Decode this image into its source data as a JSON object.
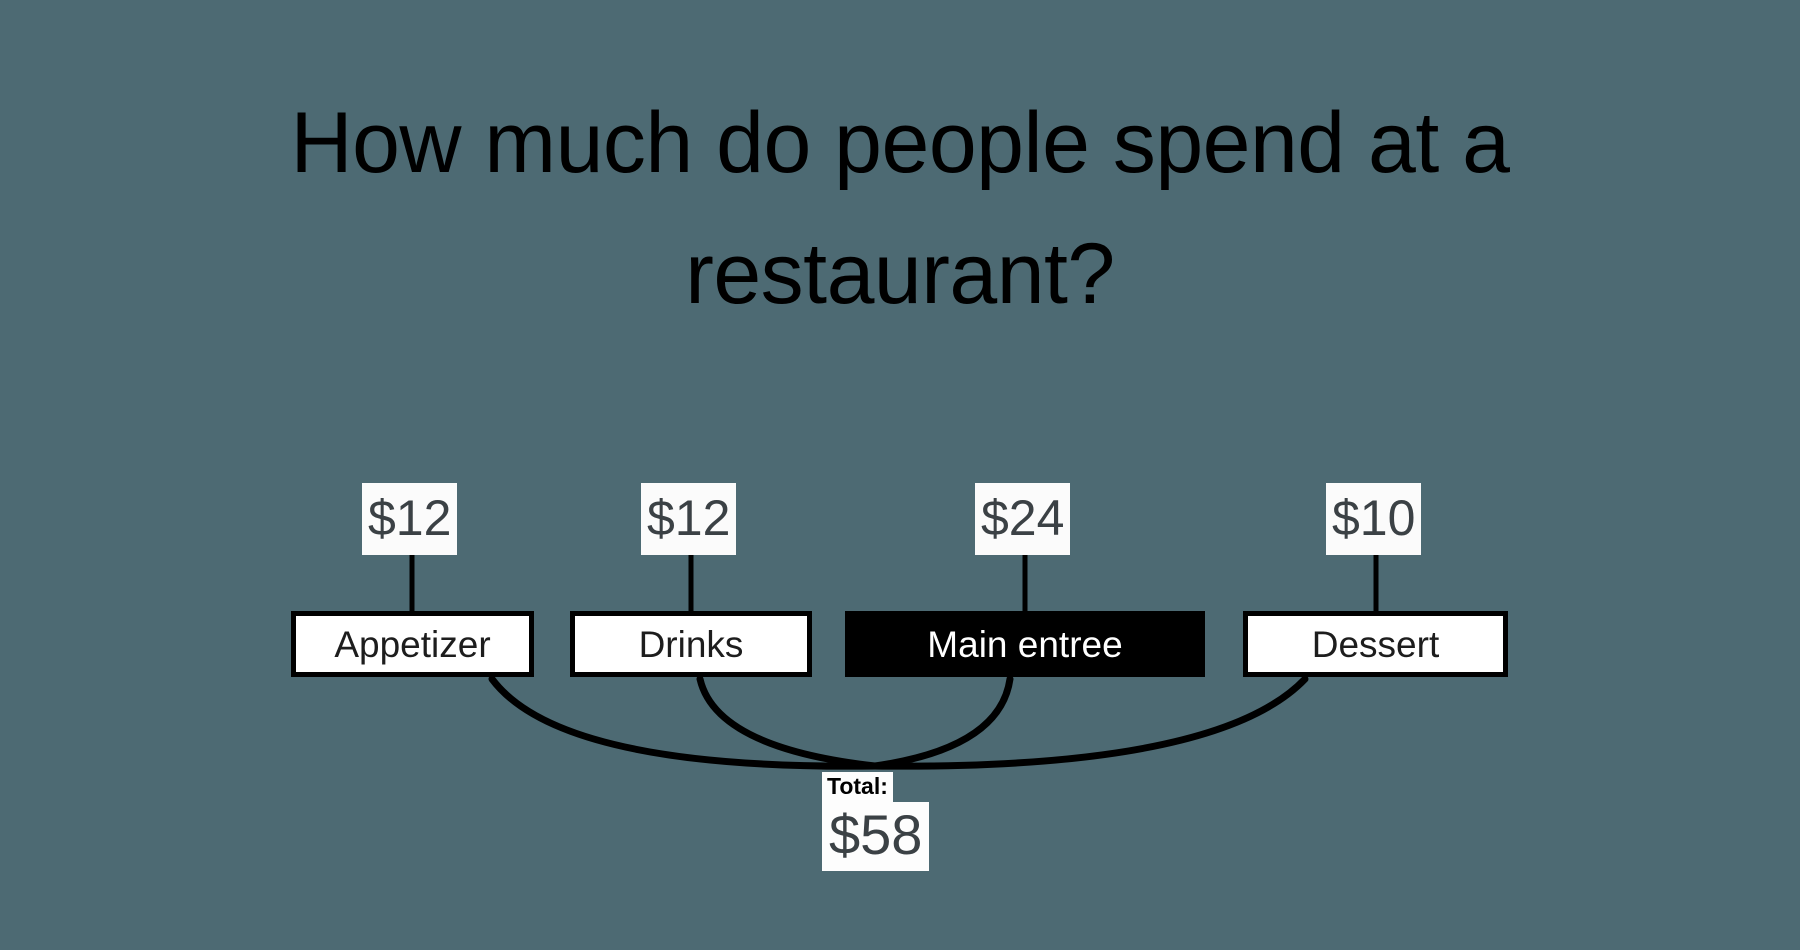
{
  "page": {
    "background_color": "#4d6a73",
    "title": "How much do people spend at a restaurant?"
  },
  "colors": {
    "background": "#4d6a73",
    "node_fill": "#ffffff",
    "node_border": "#000000",
    "node_selected_fill": "#000000",
    "node_selected_text": "#ffffff",
    "label_fill": "#fbfbfb",
    "label_text": "#3b4145",
    "title_text": "#000000",
    "edge_stroke": "#000000"
  },
  "diagram": {
    "type": "node-link-sum",
    "nodes": [
      {
        "id": "appetizer",
        "label": "Appetizer",
        "price": "$12",
        "amount": 12,
        "selected": false
      },
      {
        "id": "drinks",
        "label": "Drinks",
        "price": "$12",
        "amount": 12,
        "selected": false
      },
      {
        "id": "main-entree",
        "label": "Main entree",
        "price": "$24",
        "amount": 24,
        "selected": true
      },
      {
        "id": "dessert",
        "label": "Dessert",
        "price": "$10",
        "amount": 10,
        "selected": false
      }
    ],
    "total": {
      "label": "Total:",
      "value": "$58",
      "amount": 58
    }
  },
  "chart_data": {
    "type": "bar",
    "title": "How much do people spend at a restaurant?",
    "categories": [
      "Appetizer",
      "Drinks",
      "Main entree",
      "Dessert"
    ],
    "values": [
      12,
      12,
      24,
      10
    ],
    "value_labels": [
      "$12",
      "$12",
      "$24",
      "$10"
    ],
    "total_label": "Total:",
    "total_value": 58,
    "total_value_label": "$58",
    "units": "USD",
    "xlabel": "",
    "ylabel": "",
    "legend": false,
    "grid": false,
    "highlighted_category": "Main entree"
  }
}
